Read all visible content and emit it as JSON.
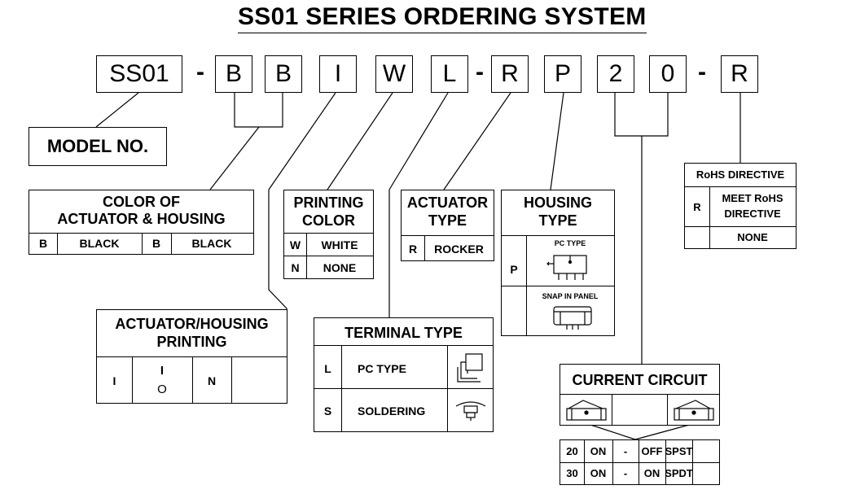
{
  "title": "SS01 SERIES ORDERING SYSTEM",
  "code": {
    "model": "SS01",
    "dash": "-",
    "c1": "B",
    "c2": "B",
    "c3": "I",
    "c4": "W",
    "c5": "L",
    "c6": "R",
    "c7": "P",
    "c8": "2",
    "c9": "0",
    "c10": "R"
  },
  "model_no": "MODEL NO.",
  "color": {
    "title_line1": "COLOR OF",
    "title_line2": "ACTUATOR & HOUSING",
    "code1": "B",
    "name1": "BLACK",
    "code2": "B",
    "name2": "BLACK"
  },
  "printing_color": {
    "title_line1": "PRINTING",
    "title_line2": "COLOR",
    "rows": [
      {
        "code": "W",
        "name": "WHITE"
      },
      {
        "code": "N",
        "name": "NONE"
      }
    ]
  },
  "actuator_type": {
    "title_line1": "ACTUATOR",
    "title_line2": "TYPE",
    "code": "R",
    "name": "ROCKER"
  },
  "housing_type": {
    "title_line1": "HOUSING",
    "title_line2": "TYPE",
    "code": "P",
    "pc_label": "PC TYPE",
    "snap_label": "SNAP IN PANEL"
  },
  "rohs": {
    "title": "RoHS DIRECTIVE",
    "code": "R",
    "meet_line1": "MEET RoHS",
    "meet_line2": "DIRECTIVE",
    "none": "NONE"
  },
  "printing": {
    "title_line1": "ACTUATOR/HOUSING",
    "title_line2": "PRINTING",
    "code1": "I",
    "sym_top": "I",
    "sym_bottom": "O",
    "code2": "N"
  },
  "terminal": {
    "title": "TERMINAL TYPE",
    "rows": [
      {
        "code": "L",
        "name": "PC TYPE"
      },
      {
        "code": "S",
        "name": "SOLDERING"
      }
    ]
  },
  "circuit": {
    "title": "CURRENT CIRCUIT",
    "rows": [
      {
        "code": "20",
        "a": "ON",
        "b": "-",
        "c": "OFF",
        "d": "SPST"
      },
      {
        "code": "30",
        "a": "ON",
        "b": "-",
        "c": "ON",
        "d": "SPDT"
      }
    ]
  }
}
